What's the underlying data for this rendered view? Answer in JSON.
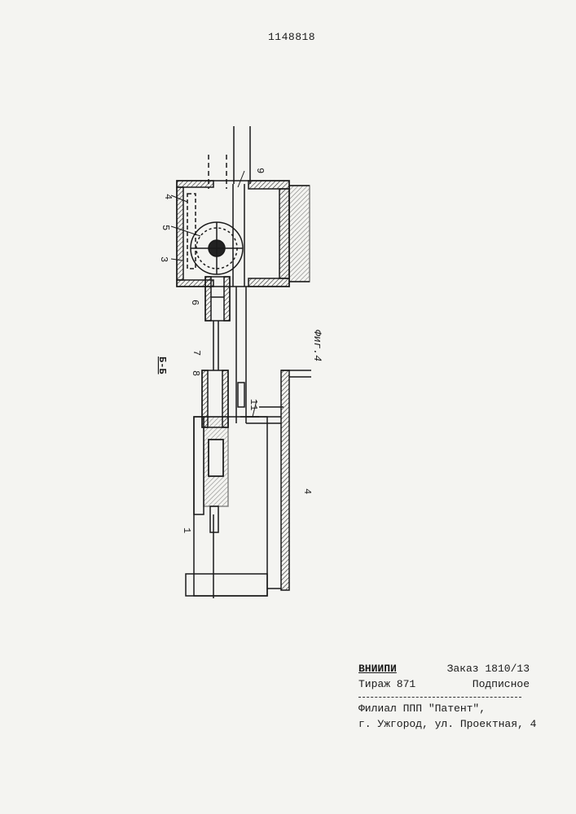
{
  "patent_number": "1148818",
  "section_label": "Б-Б",
  "figure_label": "Фиг.4",
  "part_labels": {
    "p1": "1",
    "p3": "3",
    "p4_top": "4",
    "p4_bottom": "4",
    "p5": "5",
    "p6": "6",
    "p7": "7",
    "p8": "8",
    "p9": "9",
    "p11": "11"
  },
  "colophon": {
    "org": "ВНИИПИ",
    "order": "Заказ 1810/13",
    "circulation": "Тираж 871",
    "subscription": "Подписное",
    "branch": "Филиал ППП \"Патент\",",
    "address": "г. Ужгород, ул. Проектная, 4"
  }
}
